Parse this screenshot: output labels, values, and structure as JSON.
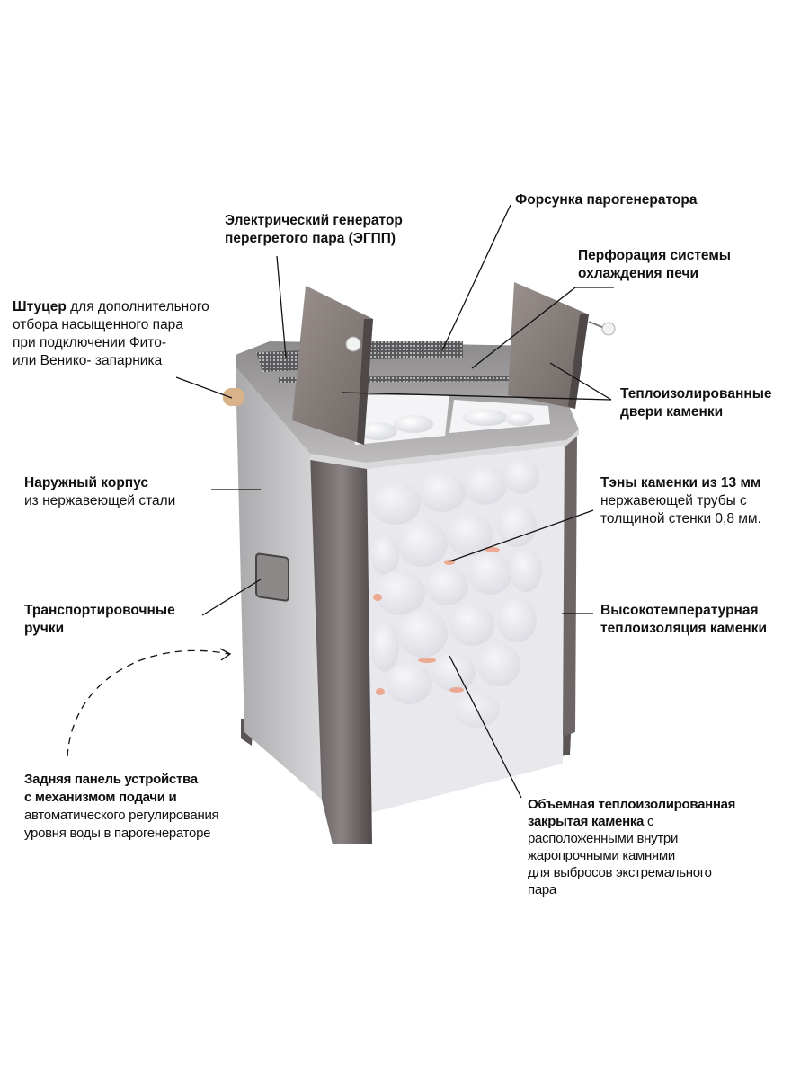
{
  "labels": {
    "egpp": {
      "line1": "Электрический генератор",
      "line2": "перегретого пара (ЭГПП)"
    },
    "nozzle": {
      "line1": "Форсунка парогенератора"
    },
    "perforation": {
      "line1": "Перфорация системы",
      "line2": "охлаждения печи"
    },
    "fitting": {
      "bold": "Штуцер",
      "line1_rest": " для дополнительного",
      "line2": "отбора насыщенного пара",
      "line3": "при подключении Фито-",
      "line4": "или Венико- запарника"
    },
    "doors": {
      "line1": "Теплоизолированные",
      "line2": "двери каменки"
    },
    "body": {
      "line1": "Наружный корпус",
      "line2": "из нержавеющей стали"
    },
    "heaters": {
      "line1": "Тэны каменки из 13 мм",
      "line2": "нержавеющей трубы с",
      "line3": "толщиной стенки 0,8 мм."
    },
    "handles": {
      "line1": "Транспортировочные",
      "line2": "ручки"
    },
    "insulation": {
      "line1": "Высокотемпературная",
      "line2": "теплоизоляция каменки"
    },
    "back_panel": {
      "line1": "Задняя панель устройства",
      "line2": "с механизмом подачи и",
      "line3": "автоматического регулирования",
      "line4": "уровня воды в парогенераторе"
    },
    "stone_chamber": {
      "line1": "Объемная теплоизолированная",
      "line2_bold": "закрытая каменка",
      "line2_rest": " с",
      "line3": "расположенными внутри",
      "line4": "жаропрочными камнями",
      "line5": "для выбросов экстремального",
      "line6": "пара"
    }
  },
  "colors": {
    "steel_light": "#c9c9cb",
    "steel_dark": "#6e6a6a",
    "glow": "#f26a3a"
  }
}
